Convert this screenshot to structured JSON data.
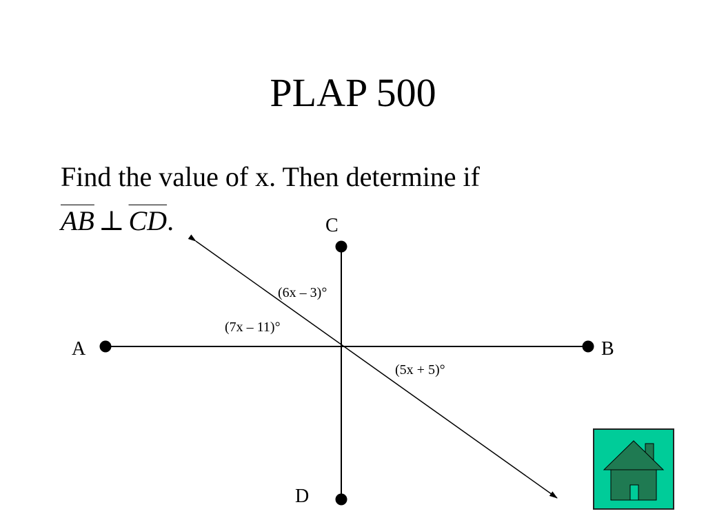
{
  "slide": {
    "title": "PLAP 500",
    "question": "Find the value of x.  Then determine if",
    "statement": {
      "seg1": "AB",
      "perp_symbol": "⊥",
      "seg2": "CD",
      "end": "."
    }
  },
  "figure": {
    "points": {
      "A": "A",
      "B": "B",
      "C": "C",
      "D": "D"
    },
    "angles": {
      "top": "(6x – 3)°",
      "left": "(7x – 11)°",
      "right": "(5x + 5)°"
    }
  },
  "home_button": {
    "icon": "house-icon",
    "color": "#00cc99"
  }
}
